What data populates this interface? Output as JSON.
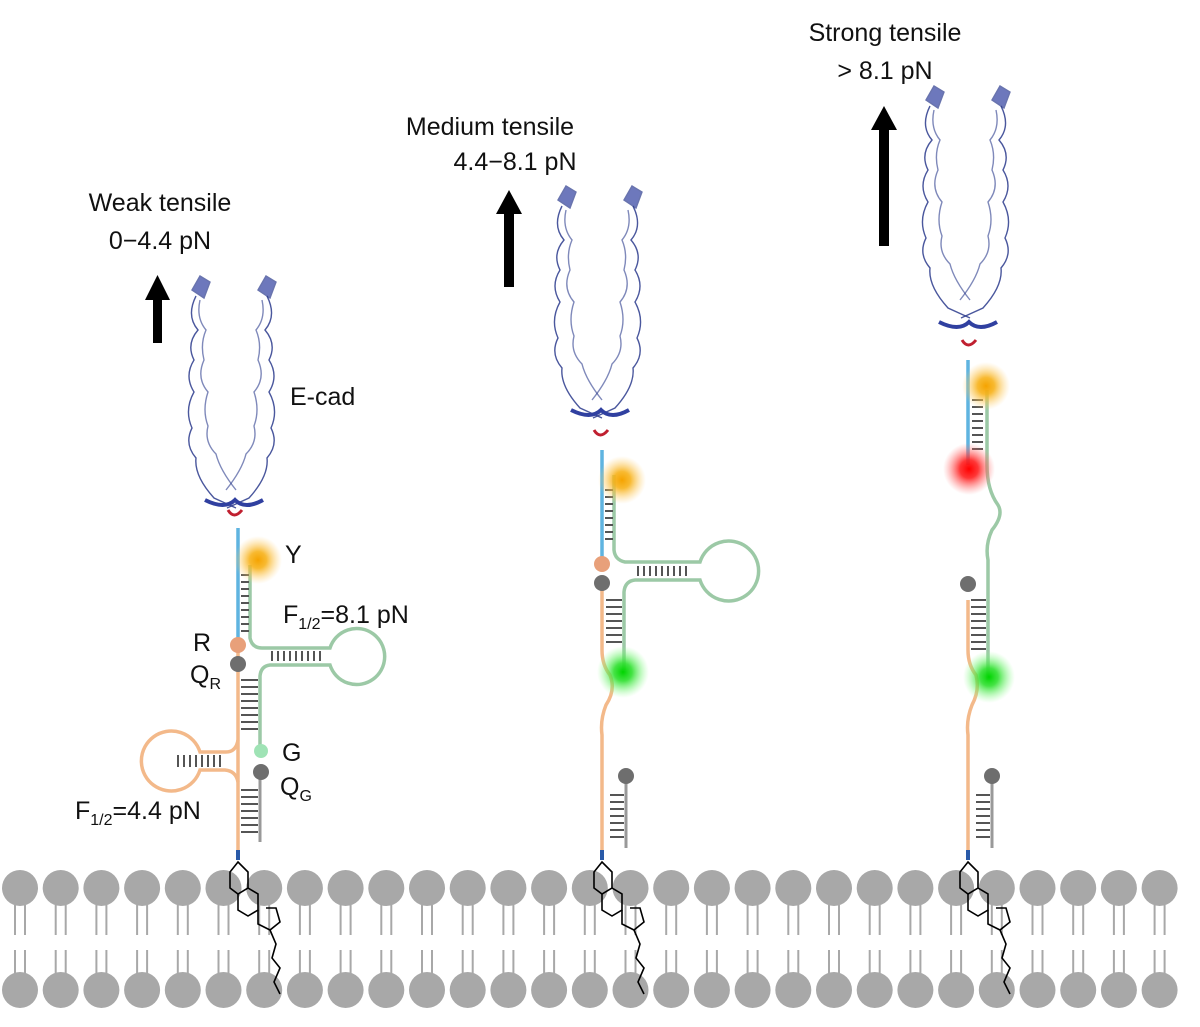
{
  "panels": [
    {
      "title": "Weak tensile",
      "force": "0−4.4 pN"
    },
    {
      "title": "Medium tensile",
      "force": "4.4−8.1 pN"
    },
    {
      "title": "Strong tensile",
      "force": "> 8.1 pN"
    }
  ],
  "labels": {
    "protein": "E-cad",
    "dye_y": "Y",
    "dye_r": "R",
    "quencher_r": "Q",
    "quencher_r_sub": "R",
    "dye_g": "G",
    "quencher_g": "Q",
    "quencher_g_sub": "G",
    "hairpin_upper_prefix": "F",
    "hairpin_upper_sub": "1/2",
    "hairpin_upper_value": "=8.1 pN",
    "hairpin_lower_prefix": "F",
    "hairpin_lower_sub": "1/2",
    "hairpin_lower_value": "=4.4 pN"
  },
  "colors": {
    "upper_hairpin": "#9cc9a6",
    "lower_hairpin": "#f3b98a",
    "linker_blue": "#5fb4e0",
    "fluor_yellow": "#f5a80c",
    "fluor_red": "#ff1a1a",
    "fluor_green": "#1fe01f",
    "dye_r": "#e8a07a",
    "dye_g": "#9fe3b5",
    "quencher": "#6e6e6e",
    "membrane": "#a8a8a8",
    "protein": "#2a3a8c"
  }
}
